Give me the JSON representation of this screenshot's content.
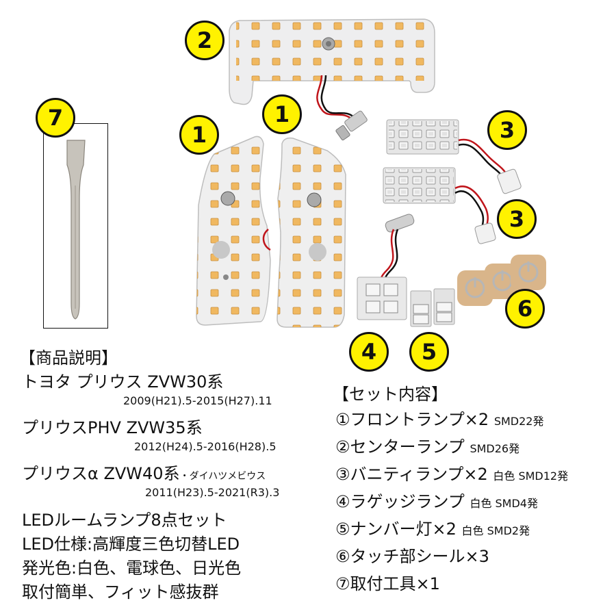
{
  "badges": {
    "b1a": "1",
    "b1b": "1",
    "b2": "2",
    "b3a": "3",
    "b3b": "3",
    "b4": "4",
    "b5": "5",
    "b6": "6",
    "b7": "7"
  },
  "description": {
    "heading": "【商品説明】",
    "line1": "トヨタ プリウス ZVW30系",
    "line1_years": "2009(H21).5-2015(H27).11",
    "line2": "プリウスPHV ZVW35系",
    "line2_years": "2012(H24).5-2016(H28).5",
    "line3_main": "プリウスα ZVW40系",
    "line3_extra": "・ダイハツメビウス",
    "line3_years": "2011(H23).5-2021(R3).3",
    "line4": "LEDルームランプ8点セット",
    "line5": "LED仕様:高輝度三色切替LED",
    "line6": "発光色:白色、電球色、日光色",
    "line7": "取付簡単、フィット感抜群"
  },
  "set_contents": {
    "heading": "【セット内容】",
    "item1_main": "①フロントランプ×2",
    "item1_sub": "SMD22発",
    "item2_main": "②センターランプ",
    "item2_sub": "SMD26発",
    "item3_main": "③バニティランプ×2",
    "item3_sub": "白色 SMD12発",
    "item4_main": "④ラゲッジランプ",
    "item4_sub": "白色 SMD4発",
    "item5_main": "⑤ナンバー灯×2",
    "item5_sub": "白色 SMD2発",
    "item6_main": "⑥タッチ部シール×3",
    "item7_main": "⑦取付工具×1"
  },
  "colors": {
    "badge_fill": "#fff200",
    "pcb": "#e9e9ea",
    "led_warm": "#f0b860",
    "led_white": "#d8d8d8",
    "tool": "#c7c3bb",
    "sticker": "#d9b58a"
  }
}
